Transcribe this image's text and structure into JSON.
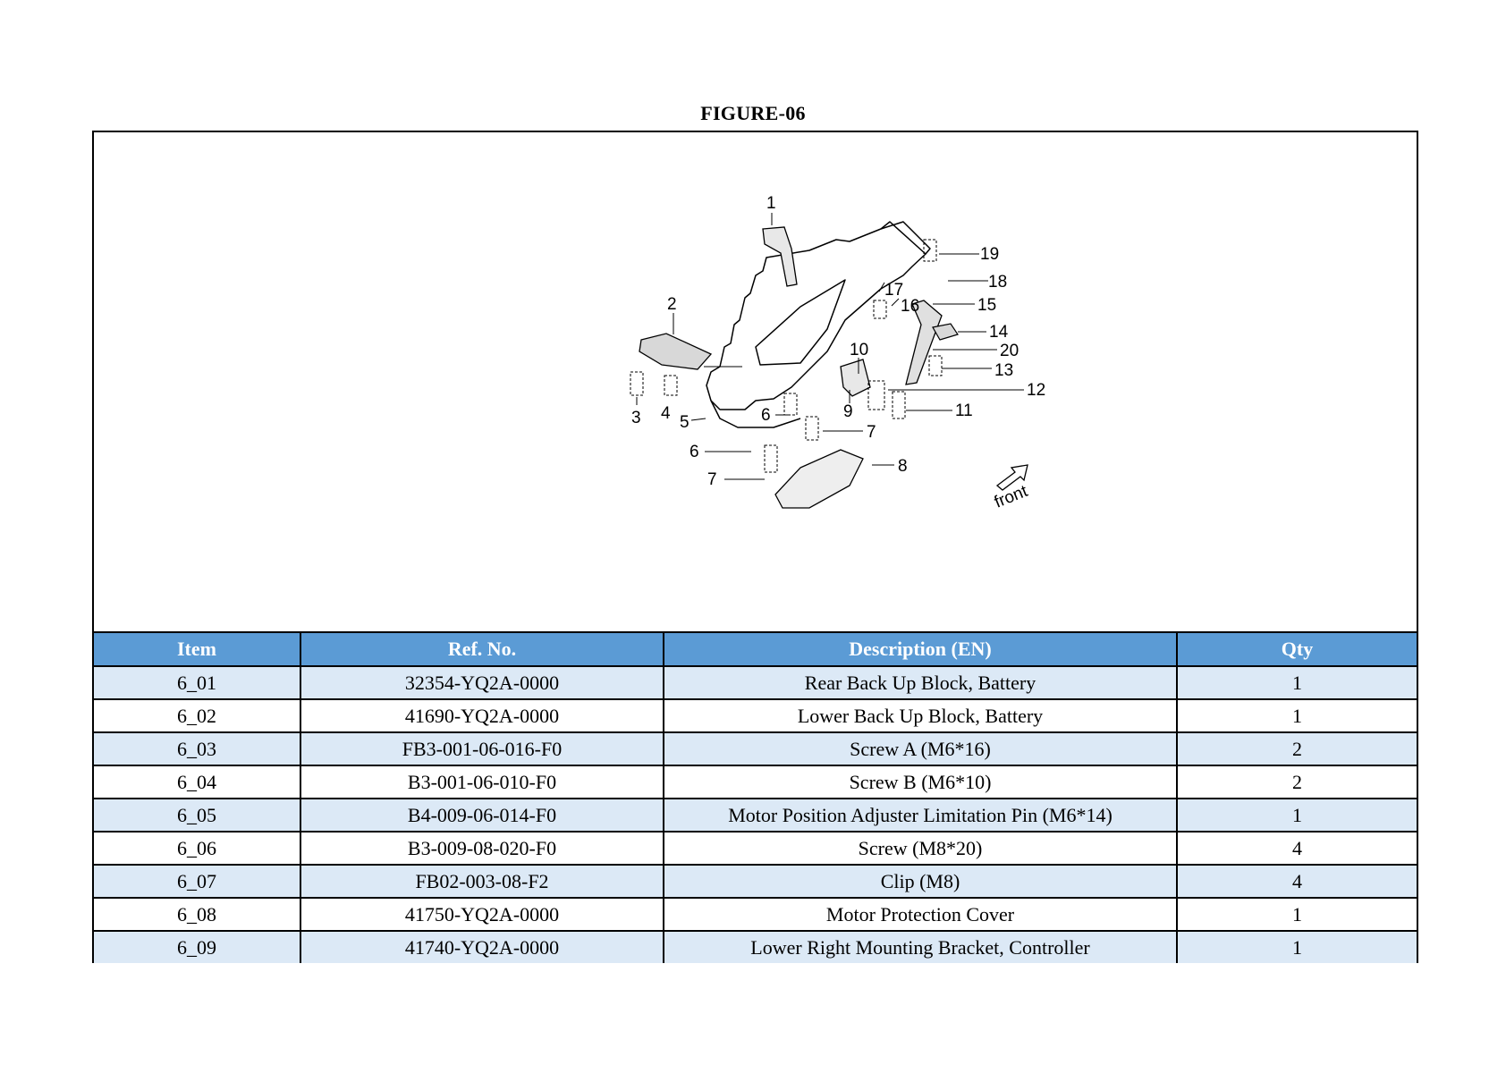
{
  "figure_title": "FIGURE-06",
  "diagram": {
    "callouts": [
      "1",
      "2",
      "3",
      "4",
      "5",
      "6",
      "6",
      "7",
      "7",
      "8",
      "9",
      "10",
      "11",
      "12",
      "13",
      "14",
      "15",
      "16",
      "17",
      "18",
      "19",
      "20"
    ],
    "front_label": "front"
  },
  "table": {
    "headers": [
      "Item",
      "Ref. No.",
      "Description (EN)",
      "Qty"
    ],
    "rows": [
      {
        "item": "6_01",
        "ref": "32354-YQ2A-0000",
        "desc": "Rear Back Up Block, Battery",
        "qty": "1"
      },
      {
        "item": "6_02",
        "ref": "41690-YQ2A-0000",
        "desc": "Lower Back Up Block, Battery",
        "qty": "1"
      },
      {
        "item": "6_03",
        "ref": "FB3-001-06-016-F0",
        "desc": "Screw A (M6*16)",
        "qty": "2"
      },
      {
        "item": "6_04",
        "ref": "B3-001-06-010-F0",
        "desc": "Screw B (M6*10)",
        "qty": "2"
      },
      {
        "item": "6_05",
        "ref": "B4-009-06-014-F0",
        "desc": "Motor Position Adjuster Limitation Pin (M6*14)",
        "qty": "1"
      },
      {
        "item": "6_06",
        "ref": "B3-009-08-020-F0",
        "desc": "Screw (M8*20)",
        "qty": "4"
      },
      {
        "item": "6_07",
        "ref": "FB02-003-08-F2",
        "desc": "Clip (M8)",
        "qty": "4"
      },
      {
        "item": "6_08",
        "ref": "41750-YQ2A-0000",
        "desc": "Motor Protection Cover",
        "qty": "1"
      },
      {
        "item": "6_09",
        "ref": "41740-YQ2A-0000",
        "desc": "Lower Right Mounting Bracket, Controller",
        "qty": "1"
      }
    ]
  }
}
